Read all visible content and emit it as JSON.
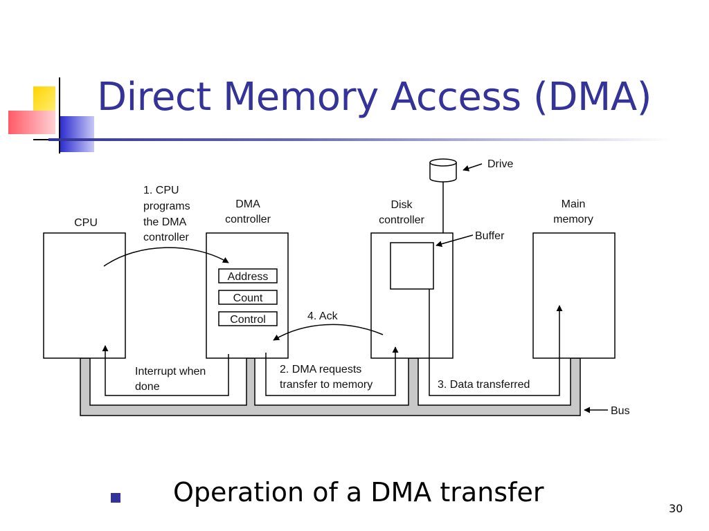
{
  "slide": {
    "title": "Direct Memory Access (DMA)",
    "caption": "Operation of a DMA transfer",
    "page_number": "30"
  },
  "diagram": {
    "components": {
      "cpu": "CPU",
      "dma_line1": "DMA",
      "dma_line2": "controller",
      "disk_line1": "Disk",
      "disk_line2": "controller",
      "memory_line1": "Main",
      "memory_line2": "memory",
      "drive": "Drive",
      "buffer": "Buffer",
      "bus": "Bus"
    },
    "registers": [
      "Address",
      "Count",
      "Control"
    ],
    "steps": {
      "step1": [
        "1. CPU",
        "programs",
        "the DMA",
        "controller"
      ],
      "step2": [
        "2. DMA requests",
        "transfer to memory"
      ],
      "step3": "3. Data transferred",
      "step4": "4. Ack",
      "interrupt": [
        "Interrupt when",
        "done"
      ]
    },
    "colors": {
      "bus_fill": "#c8c8c8",
      "accent": "#333399"
    }
  }
}
